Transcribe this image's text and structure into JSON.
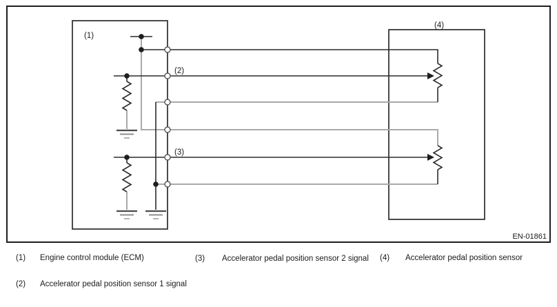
{
  "figure": {
    "code": "EN-01861",
    "type": "wiring-diagram"
  },
  "diagram": {
    "callouts": {
      "ecm": "(1)",
      "sensor1_signal": "(2)",
      "sensor2_signal": "(3)",
      "pedal_sensor": "(4)"
    },
    "components": {
      "ecm_box": "Engine control module (ECM)",
      "sensor_box": "Accelerator pedal position sensor",
      "pin_count": 6
    },
    "colors": {
      "line_black": "#2a2a2a",
      "wire_gray": "#a9a9a9",
      "background": "#ffffff",
      "text": "#1a1a1a"
    }
  },
  "legend": {
    "items": [
      {
        "key": "(1)",
        "text": "Engine control module (ECM)"
      },
      {
        "key": "(2)",
        "text": "Accelerator pedal position sensor 1 signal"
      },
      {
        "key": "(3)",
        "text": "Accelerator pedal position sensor 2 signal"
      },
      {
        "key": "(4)",
        "text": "Accelerator pedal position sensor"
      }
    ]
  }
}
